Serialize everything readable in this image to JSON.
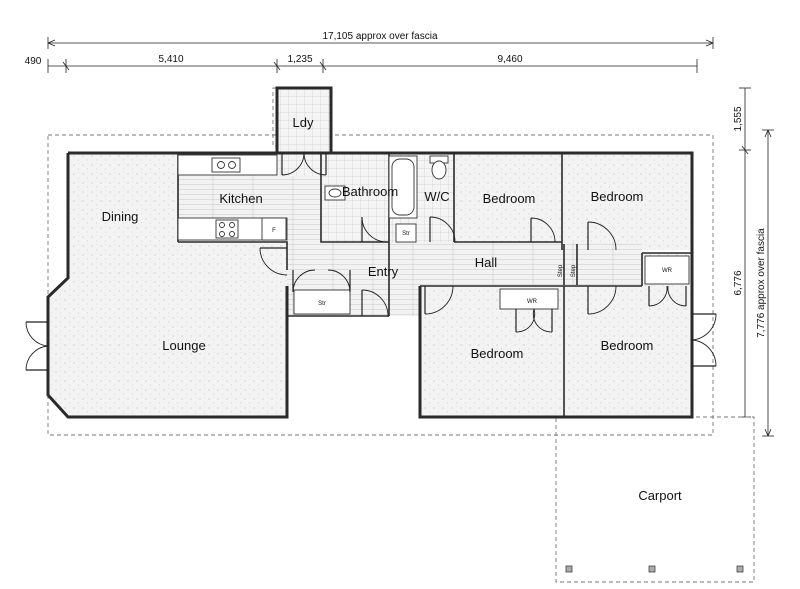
{
  "dimensions": {
    "overall": "17,105 approx over fascia",
    "seg_left": "490",
    "seg_a": "5,410",
    "seg_b": "1,235",
    "seg_c": "9,460",
    "right_top": "1,555",
    "right_mid": "6,776",
    "right_overall": "7,776 approx over fascia"
  },
  "rooms": {
    "laundry": "Ldy",
    "kitchen": "Kitchen",
    "bathroom": "Bathroom",
    "wc": "W/C",
    "bedroom_1": "Bedroom",
    "bedroom_2": "Bedroom",
    "dining": "Dining",
    "entry": "Entry",
    "hall": "Hall",
    "lounge": "Lounge",
    "bedroom_3": "Bedroom",
    "bedroom_4": "Bedroom",
    "carport": "Carport"
  },
  "small_labels": {
    "fridge": "F",
    "store_bath": "Str",
    "store_entry": "Str",
    "wardrobe_hall": "WR",
    "wardrobe_bed3": "WR",
    "step_1": "Step",
    "step_2": "Step"
  }
}
